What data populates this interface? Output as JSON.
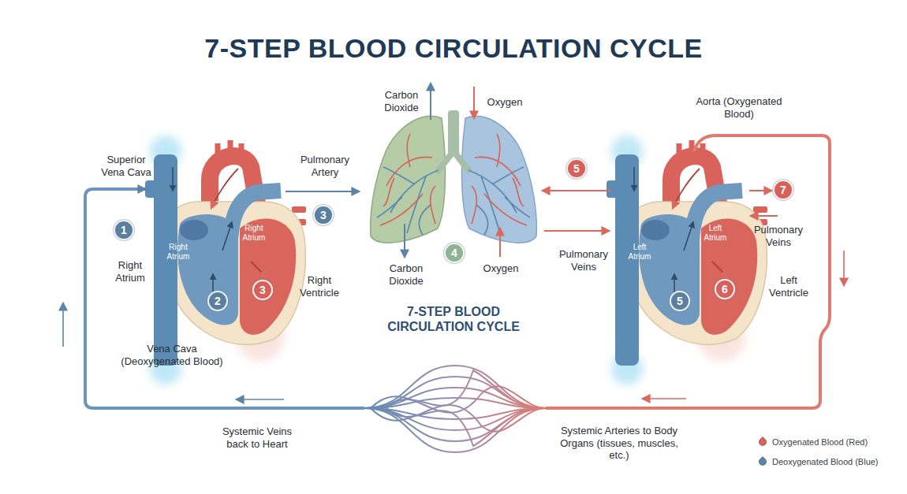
{
  "diagram": {
    "title": "7-STEP BLOOD CIRCULATION CYCLE",
    "nodes": [
      {
        "text": [
          "1"
        ]
      },
      {
        "text": [
          "2"
        ]
      },
      {
        "text": [
          "3"
        ]
      },
      {
        "text": [
          "3"
        ]
      },
      {
        "text": [
          "4"
        ]
      },
      {
        "text": [
          "5"
        ]
      },
      {
        "text": [
          "7"
        ]
      },
      {
        "text": [
          "5"
        ]
      },
      {
        "text": [
          "6"
        ]
      }
    ],
    "labels": [
      "Superior Vena Cava",
      "Right Atrium",
      "Right Atrium",
      "Right Atrium",
      "Right Ventricle",
      "Vena Cava (Deoxygenated Blood)",
      "Pulmonary Artery",
      "Carbon Dioxide",
      "Oxygen",
      "Carbon Dioxide",
      "Oxygen",
      "7-STEP BLOOD CIRCULATION CYCLE",
      "Pulmonary Veins",
      "Aorta (Oxygenated Blood)",
      "Left Atrium",
      "Left Atrium",
      "Pulmonary Veins",
      "Left Ventricle",
      "Systemic Veins back to Heart",
      "Systemic Arteries to Body Organs (tissues, muscles, etc.)"
    ],
    "legend": [
      {
        "text": "Oxygenated Blood (Red)",
        "color": "#d9625a"
      },
      {
        "text": "Deoxygenated Blood (Blue)",
        "color": "#5b84a8"
      }
    ]
  }
}
